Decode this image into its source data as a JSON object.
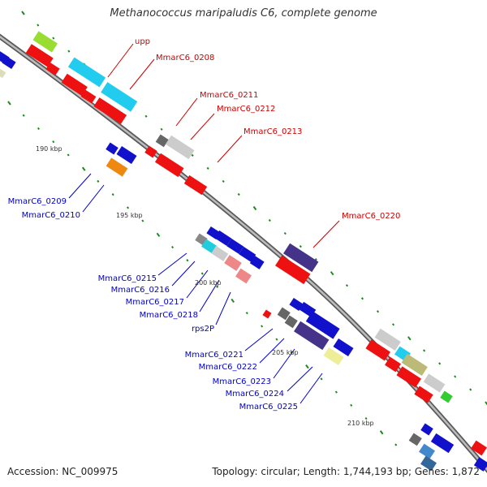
{
  "title": "Methanococcus maripaludis C6, complete genome",
  "footer": {
    "accession": "Accession: NC_009975",
    "summary": "Topology: circular; Length: 1,744,193 bp; Genes: 1,872"
  },
  "colors": {
    "backbone": "#8f8f8f",
    "tick_minor": "#1c8a1c",
    "label_forward": "#cc0000",
    "label_reverse": "#0000cc",
    "label_position": "#333333"
  },
  "position_labels": [
    "190 kbp",
    "195 kbp",
    "200 kbp",
    "205 kbp",
    "210 kbp"
  ],
  "forward_gene_labels": [
    "upp",
    "MmarC6_0208",
    "MmarC6_0211",
    "MmarC6_0212",
    "MmarC6_0213",
    "MmarC6_0220"
  ],
  "reverse_gene_labels": [
    "MmarC6_0209",
    "MmarC6_0210",
    "MmarC6_0215",
    "MmarC6_0216",
    "MmarC6_0217",
    "MmarC6_0218",
    "rps2P",
    "MmarC6_0221",
    "MmarC6_0222",
    "MmarC6_0223",
    "MmarC6_0224",
    "MmarC6_0225"
  ]
}
